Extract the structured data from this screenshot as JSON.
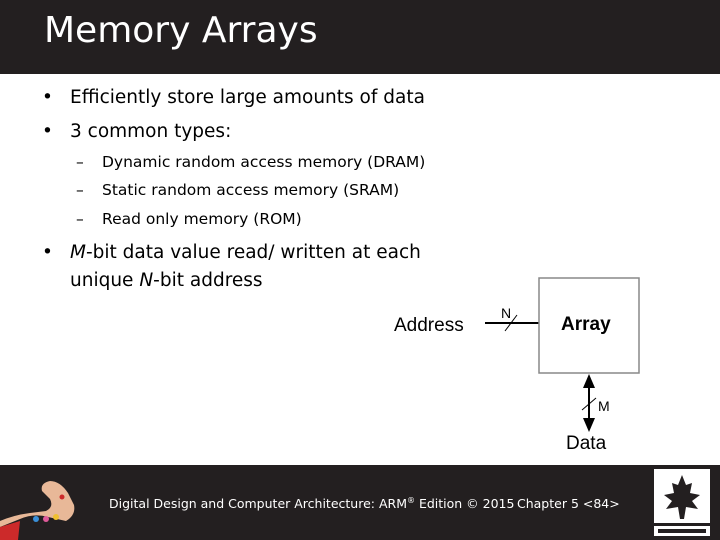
{
  "slide": {
    "title": "Memory Arrays",
    "bullets": [
      "Efficiently store large amounts of data",
      "3 common types:"
    ],
    "sub_bullets": [
      "Dynamic random access memory (DRAM)",
      "Static random access memory (SRAM)",
      "Read only memory (ROM)"
    ],
    "bullet3": {
      "m": "M",
      "part1": "-bit data value read/ written at each",
      "line2_pre": "unique ",
      "n": "N",
      "line2_post": "-bit address"
    },
    "bullet_symbol": "•",
    "dash_symbol": "–"
  },
  "diagram": {
    "address_label": "Address",
    "n_label": "N",
    "array_label": "Array",
    "m_label": "M",
    "data_label": "Data"
  },
  "footer": {
    "book_prefix": "Digital Design and Computer Architecture: ARM",
    "registered": "®",
    "book_suffix": " Edition © 2015",
    "chapter": "Chapter 5 <84>"
  },
  "colors": {
    "title_bar": "#231f20",
    "footer_bar": "#231f20",
    "text": "#000000",
    "box_border": "#888888"
  }
}
